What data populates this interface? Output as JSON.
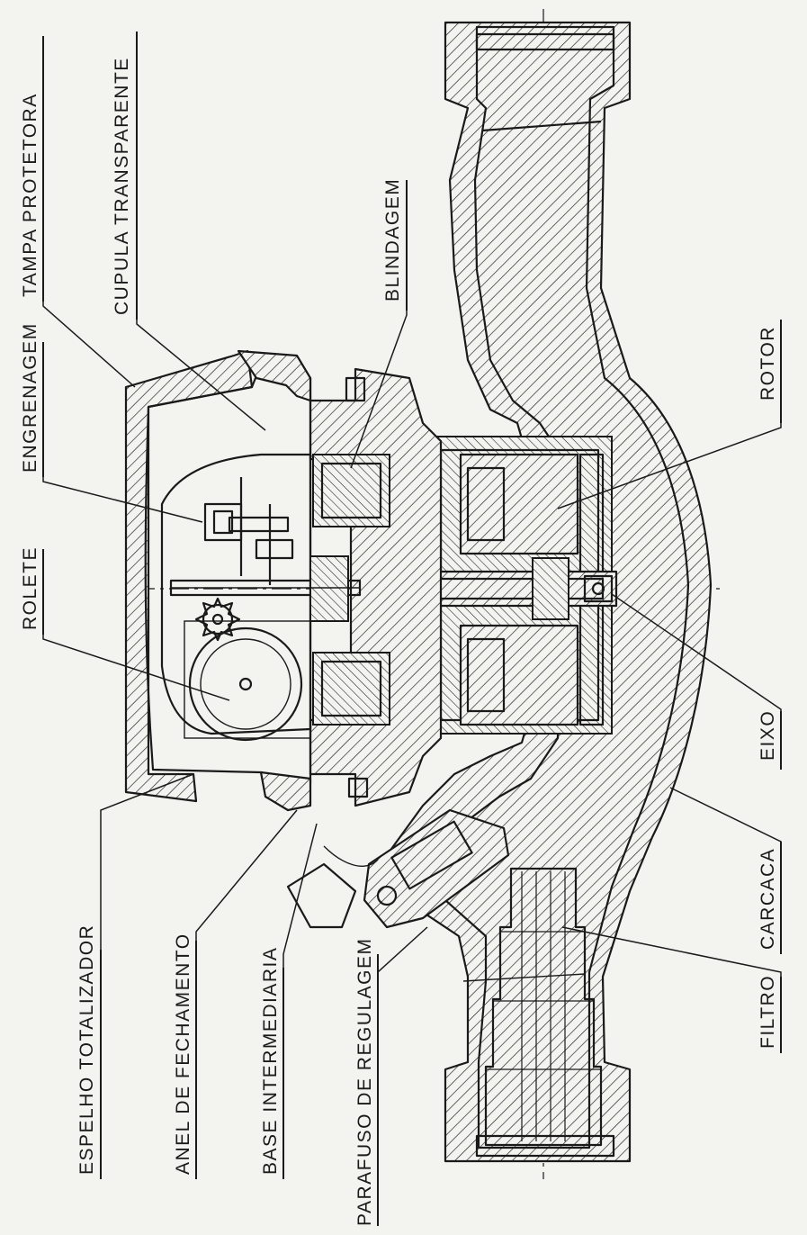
{
  "diagram": {
    "labels": {
      "tampa_protetora": "TAMPA PROTETORA",
      "cupula_transparente": "CUPULA TRANSPARENTE",
      "blindagem": "BLINDAGEM",
      "engrenagem": "ENGRENAGEM",
      "rolete": "ROLETE",
      "rotor": "ROTOR",
      "eixo": "EIXO",
      "carcaca": "CARCACA",
      "filtro": "FILTRO",
      "espelho_totalizador": "ESPELHO TOTALIZADOR",
      "anel_de_fechamento": "ANEL DE FECHAMENTO",
      "base_intermediaria": "BASE INTERMEDIARIA",
      "parafuso_de_regulagem": "PARAFUSO DE REGULAGEM"
    }
  }
}
